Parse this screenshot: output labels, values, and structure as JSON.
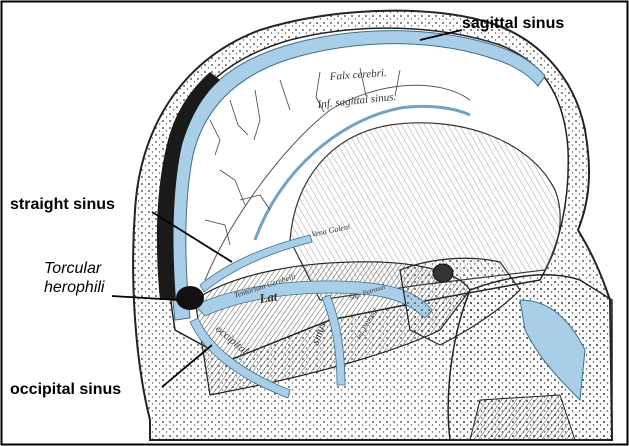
{
  "labels": {
    "sagittal_sinus": "sagittal sinus",
    "straight_sinus": "straight sinus",
    "torcular_line1": "Torcular",
    "torcular_line2": "herophili",
    "occipital_sinus": "occipital sinus"
  },
  "engraving_text": {
    "falx": "Falx cerebri.",
    "inf_sagittal": "Inf. sagittal sinus.",
    "vena": "Vena Galeni",
    "tentorium": "Tentorium Cerebelli",
    "lat": "Lat",
    "sinus": "sinus",
    "occipital": "occipital",
    "sup_petrosal": "Sup. Petrosal",
    "inf_petrosal": "Inf. Petrosal"
  },
  "colors": {
    "sinus_blue": "#a9cfe8",
    "ink": "#1a1a1a",
    "frame_border": "#000000"
  },
  "icons": [
    "frame-border"
  ]
}
